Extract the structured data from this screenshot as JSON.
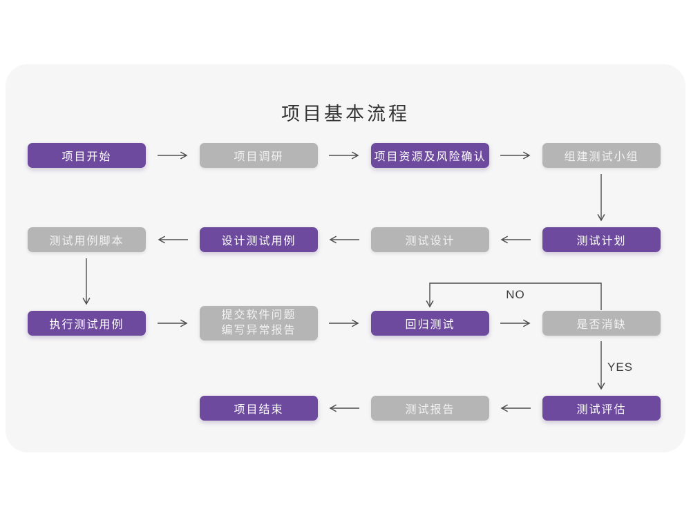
{
  "title": "项目基本流程",
  "edge_labels": {
    "no": "NO",
    "yes": "YES"
  },
  "colors": {
    "node_purple": "#6d4a9e",
    "node_gray": "#b5b5b5",
    "card_bg": "#f6f6f6",
    "arrow": "#4e4e4e",
    "title_text": "#333333"
  },
  "nodes": [
    {
      "label": "项目开始",
      "type": "purple"
    },
    {
      "label": "项目调研",
      "type": "gray"
    },
    {
      "label": "项目资源及风险确认",
      "type": "purple"
    },
    {
      "label": "组建测试小组",
      "type": "gray"
    },
    {
      "label": "测试计划",
      "type": "purple"
    },
    {
      "label": "测试设计",
      "type": "gray"
    },
    {
      "label": "设计测试用例",
      "type": "purple"
    },
    {
      "label": "测试用例脚本",
      "type": "gray"
    },
    {
      "label": "执行测试用例",
      "type": "purple"
    },
    {
      "label": "提交软件问题\n编写异常报告",
      "type": "gray"
    },
    {
      "label": "回归测试",
      "type": "purple"
    },
    {
      "label": "是否消缺",
      "type": "gray"
    },
    {
      "label": "测试评估",
      "type": "purple"
    },
    {
      "label": "测试报告",
      "type": "gray"
    },
    {
      "label": "项目结束",
      "type": "purple"
    }
  ],
  "edges": [
    {
      "from": "项目开始",
      "to": "项目调研"
    },
    {
      "from": "项目调研",
      "to": "项目资源及风险确认"
    },
    {
      "from": "项目资源及风险确认",
      "to": "组建测试小组"
    },
    {
      "from": "组建测试小组",
      "to": "测试计划"
    },
    {
      "from": "测试计划",
      "to": "测试设计"
    },
    {
      "from": "测试设计",
      "to": "设计测试用例"
    },
    {
      "from": "设计测试用例",
      "to": "测试用例脚本"
    },
    {
      "from": "测试用例脚本",
      "to": "执行测试用例"
    },
    {
      "from": "执行测试用例",
      "to": "提交软件问题编写异常报告"
    },
    {
      "from": "提交软件问题编写异常报告",
      "to": "回归测试"
    },
    {
      "from": "回归测试",
      "to": "是否消缺"
    },
    {
      "from": "是否消缺",
      "to": "回归测试",
      "label": "NO"
    },
    {
      "from": "是否消缺",
      "to": "测试评估",
      "label": "YES"
    },
    {
      "from": "测试评估",
      "to": "测试报告"
    },
    {
      "from": "测试报告",
      "to": "项目结束"
    }
  ]
}
